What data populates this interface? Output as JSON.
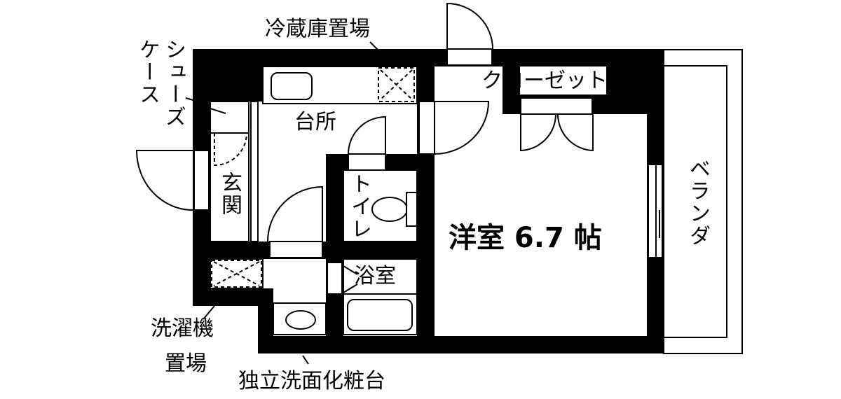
{
  "title": "間取り図",
  "labels": {
    "fridge_space": "冷蔵庫置場",
    "shoe_case_1": "シューズ",
    "shoe_case_2": "ケース",
    "kitchen": "台所",
    "closet": "クローゼット",
    "entrance": "玄関",
    "toilet": "トイレ",
    "western_room": "洋室 6.7 帖",
    "bathroom": "浴室",
    "balcony": "ベランダ",
    "washer_space_1": "洗濯機",
    "washer_space_2": "置場",
    "vanity": "独立洗面化粧台"
  }
}
